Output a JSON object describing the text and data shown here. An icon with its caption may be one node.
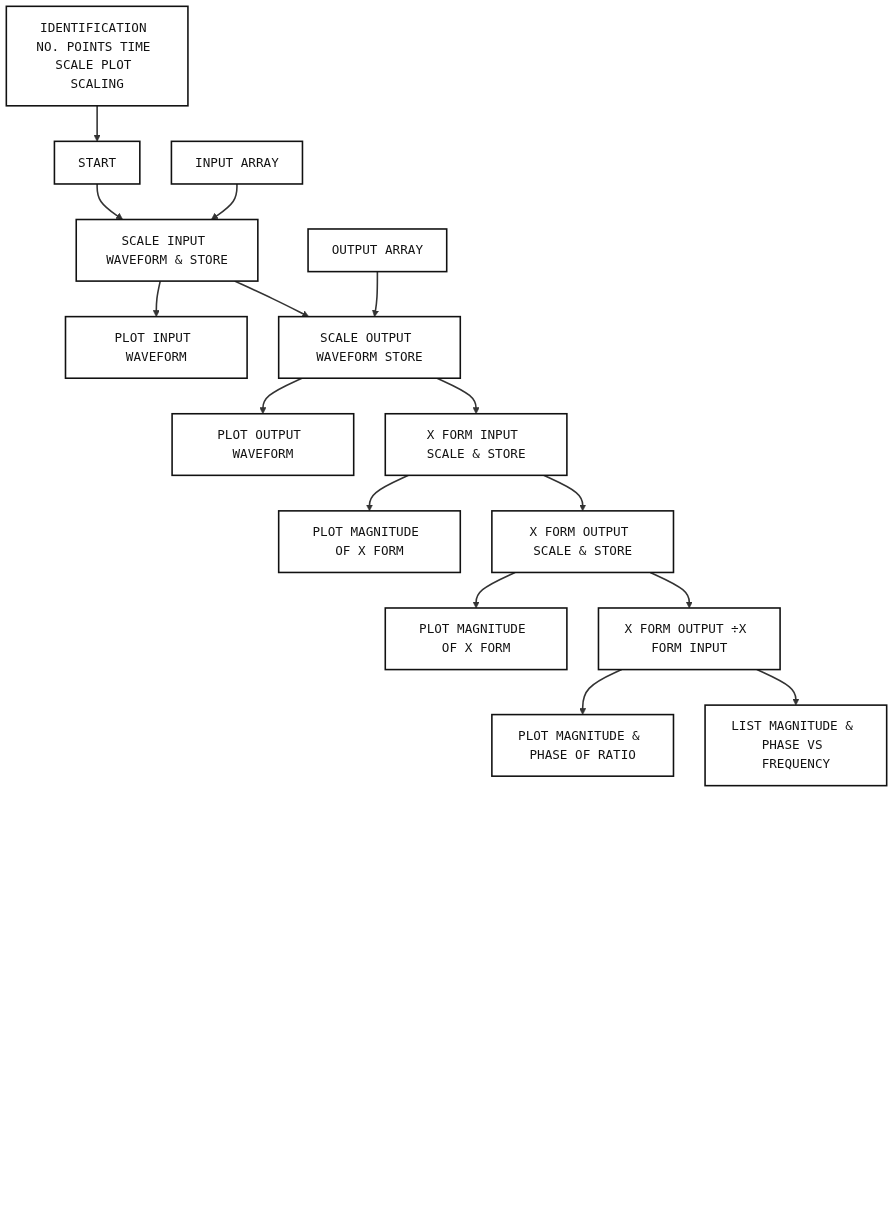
{
  "diagram": {
    "nodes": [
      {
        "text": [
          "IDENTIFICATION NO. POINTS TIME SCALE PLOT SCALING"
        ]
      },
      {
        "text": [
          "START"
        ]
      },
      {
        "text": [
          "INPUT ARRAY"
        ]
      },
      {
        "text": [
          "SCALE INPUT WAVEFORM & STORE"
        ]
      },
      {
        "text": [
          "PLOT INPUT WAVEFORM"
        ]
      },
      {
        "text": [
          "OUTPUT ARRAY"
        ]
      },
      {
        "text": [
          "SCALE OUTPUT WAVEFORM STORE"
        ]
      },
      {
        "text": [
          "PLOT OUTPUT WAVEFORM"
        ]
      },
      {
        "text": [
          "X FORM INPUT SCALE & STORE"
        ]
      },
      {
        "text": [
          "PLOT MAGNITUDE OF X FORM"
        ]
      },
      {
        "text": [
          "X FORM OUTPUT SCALE & STORE"
        ]
      },
      {
        "text": [
          "PLOT MAGNITUDE OF X FORM"
        ]
      },
      {
        "text": [
          "X FORM OUTPUT ÷X FORM INPUT"
        ]
      },
      {
        "text": [
          "PLOT MAGNITUDE & PHASE OF RATIO"
        ]
      },
      {
        "text": [
          "LIST MAGNITUDE & PHASE VS FREQUENCY"
        ]
      }
    ],
    "edges": [
      {
        "from": 0,
        "to": 1,
        "arrow": "to"
      },
      {
        "from": 1,
        "to": 3,
        "arrow": "to"
      },
      {
        "from": 2,
        "to": 3,
        "arrow": "to"
      },
      {
        "from": 3,
        "to": 4,
        "arrow": "to"
      },
      {
        "from": 3,
        "to": 6,
        "arrow": "to"
      },
      {
        "from": 5,
        "to": 6,
        "arrow": "to"
      },
      {
        "from": 6,
        "to": 7,
        "arrow": "to"
      },
      {
        "from": 6,
        "to": 8,
        "arrow": "to"
      },
      {
        "from": 8,
        "to": 9,
        "arrow": "to"
      },
      {
        "from": 8,
        "to": 10,
        "arrow": "to"
      },
      {
        "from": 10,
        "to": 11,
        "arrow": "to"
      },
      {
        "from": 10,
        "to": 12,
        "arrow": "to"
      },
      {
        "from": 12,
        "to": 13,
        "arrow": "to"
      },
      {
        "from": 12,
        "to": 14,
        "arrow": "to"
      }
    ]
  }
}
